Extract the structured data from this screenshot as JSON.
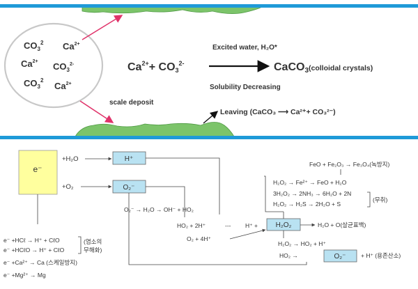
{
  "colors": {
    "pipe_wall": "#1f9ad8",
    "scale": "#7cc46a",
    "scale_edge": "#4f9a44",
    "arrow_red": "#e0336a",
    "box_fill": "#b9e2f2",
    "electron_fill": "#ffff9e",
    "line": "#444444"
  },
  "top_panel": {
    "ions": {
      "co3_a": "CO",
      "co3_a_sub": "3",
      "co3_a_sup": "2",
      "ca_a": "Ca",
      "ca_a_sup": "2+",
      "ca_b": "Ca",
      "ca_b_sup": "2+",
      "co3_b": "CO",
      "co3_b_sub": "3",
      "co3_b_sup": "2-",
      "co3_c": "CO",
      "co3_c_sub": "3",
      "co3_c_sup": "2",
      "ca_c": "Ca",
      "ca_c_sup": "2+"
    },
    "excited_water": "Excited water, H₂O*",
    "reaction_left": "Ca",
    "reaction_left_sup": "2+",
    "reaction_plus": "+ CO",
    "reaction_co3_sub": "3",
    "reaction_co3_sup": "2-",
    "reaction_product": "CaCO",
    "reaction_product_sub": "3",
    "reaction_product_note": "(colloidal crystals)",
    "solubility": "Solubility Decreasing",
    "scale_deposit": "scale deposit",
    "leaving": "Leaving (CaCO₃ ⟶ Ca²⁺+ CO₃²⁻)"
  },
  "bottom_panel": {
    "electron": "e⁻",
    "plus_h2o": "+H₂O",
    "plus_o2": "+O₂",
    "h_plus_box": "H⁺",
    "o2_minus_box": "O₂⁻",
    "h2o2_box": "H₂O₂",
    "o2_minus_box2": "O₂⁻",
    "superoxide_chain": "O₂⁻ → H₂O → OH⁻ + HO₂",
    "ho2_2h": "HO₂ + 2H⁺",
    "dashes": "---",
    "h_plus_plus": "H⁺ +",
    "o2_4h": "O₂  + 4H⁺",
    "to_o_sterilize": "H₂O + O(살균표백)",
    "feo_line": "FeO + Fe₂O₃ → Fe₃O₄(녹방지)",
    "h2o2_fe": "H₂O₂ → Fe²⁺ → FeO + H₂O",
    "nh3_line": "3H₂O₂ → 2NH₃ → 6H₂O + 2N",
    "h2s_line": "H₂O₂ → H₂S → 2H₂O + S",
    "deodor": "(무취)",
    "h2o2_ho2": "H₂O₂ → HO₂ + H⁺",
    "ho2_arrow": "HO₂ →",
    "h_plus_dissolved": "+ H⁺ (용존산소)",
    "e_hcl": "e⁻ +HCℓ → H⁺ + CℓO",
    "e_hclo": "e⁻ +HCℓO → H⁺ + CℓO",
    "chlorine_note_1": "(염소의",
    "chlorine_note_2": "무해화)",
    "e_ca": "e⁻ +Ca²⁺ → Ca (스케일방지)",
    "e_mg": "e⁻ +Mg²⁺ → Mg"
  }
}
